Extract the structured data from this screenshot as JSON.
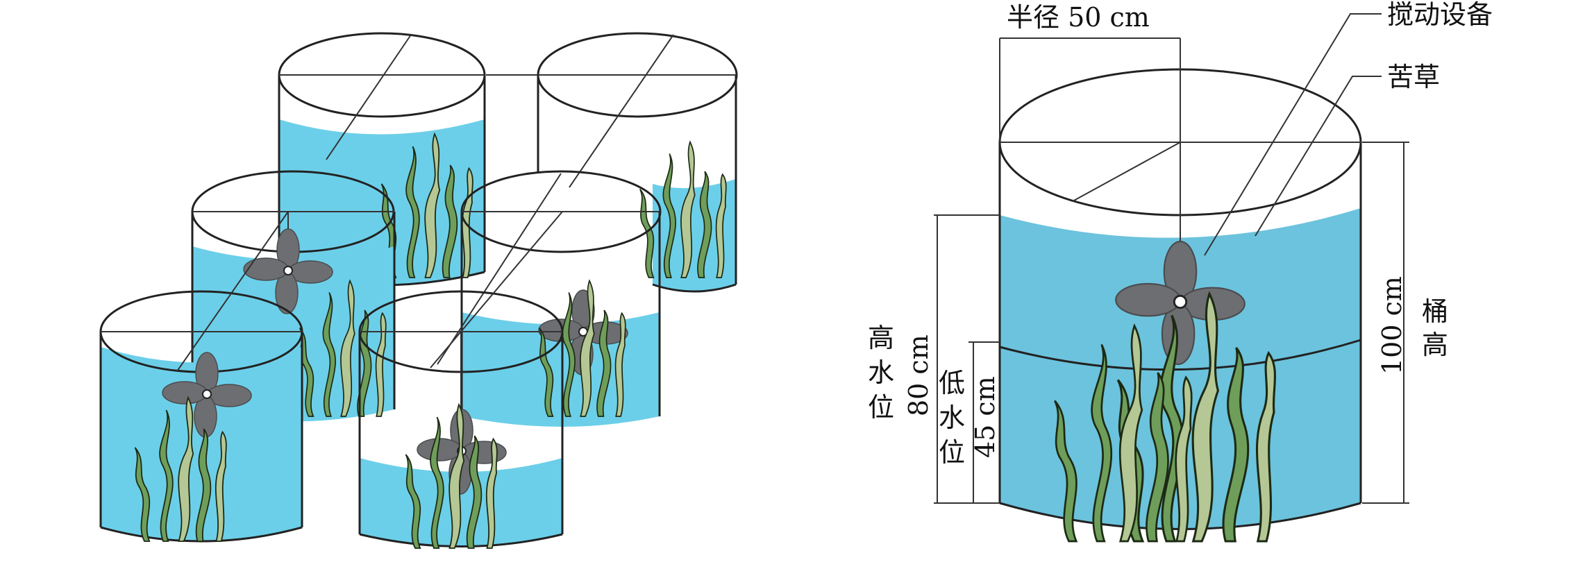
{
  "right_diagram": {
    "radius_label": "半径 50 cm",
    "stirrer_label": "搅动设备",
    "plant_label": "苦草",
    "barrel_height_value": "100 cm",
    "barrel_height_word": [
      "桶",
      "高"
    ],
    "high_water_value": "80 cm",
    "high_water_word": [
      "高",
      "水",
      "位"
    ],
    "low_water_value": "45 cm",
    "low_water_word": [
      "低",
      "水",
      "位"
    ]
  },
  "colors": {
    "water": "#6ccfe9",
    "plant_dark": "#6f9e5a",
    "plant_light": "#b5c794",
    "stirrer": "#6d6e71"
  }
}
